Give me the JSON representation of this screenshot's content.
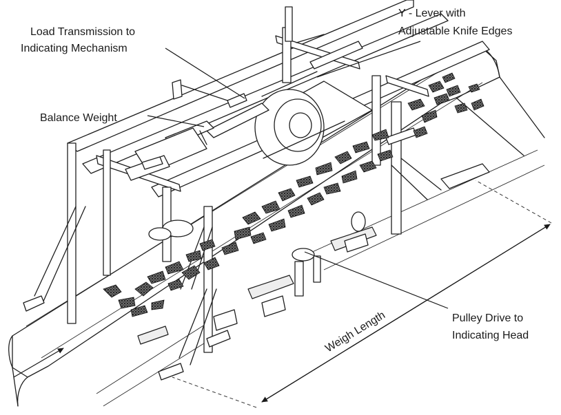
{
  "labels": {
    "load_transmission": [
      "Load Transmission to",
      "Indicating Mechanism"
    ],
    "y_lever": [
      "Y - Lever with",
      "Adjustable Knife Edges"
    ],
    "balance_weight": "Balance Weight",
    "pulley_drive": [
      "Pulley Drive to",
      "Indicating Head"
    ],
    "weigh_length": "Weigh Length"
  }
}
